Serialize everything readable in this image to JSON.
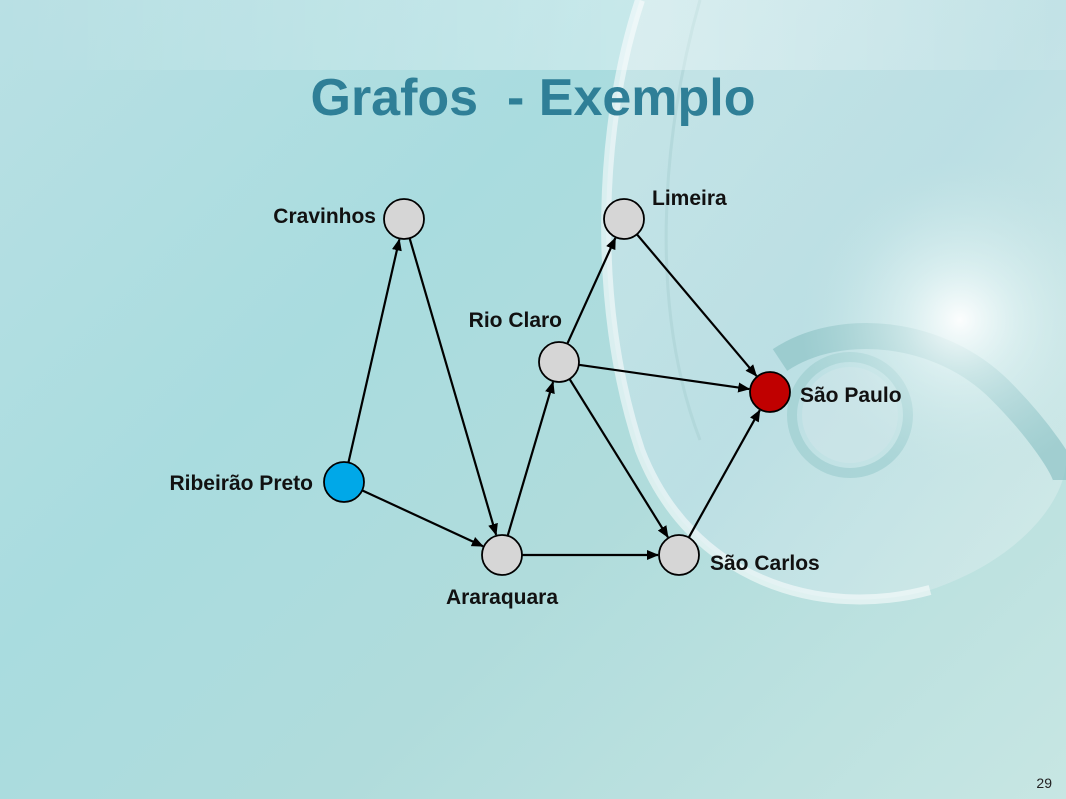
{
  "slide": {
    "title": "Grafos  - Exemplo",
    "page_number": "29"
  },
  "colors": {
    "title": "#2f7f97",
    "node_default": "#d6d6d6",
    "node_start": "#00a8e8",
    "node_end": "#c00000",
    "edge": "#000000"
  },
  "graph": {
    "nodes": [
      {
        "id": "cravinhos",
        "label": "Cravinhos",
        "status": "default"
      },
      {
        "id": "limeira",
        "label": "Limeira",
        "status": "default"
      },
      {
        "id": "rio_claro",
        "label": "Rio Claro",
        "status": "default"
      },
      {
        "id": "sao_paulo",
        "label": "São Paulo",
        "status": "end"
      },
      {
        "id": "ribeirao_preto",
        "label": "Ribeirão Preto",
        "status": "start"
      },
      {
        "id": "araraquara",
        "label": "Araraquara",
        "status": "default"
      },
      {
        "id": "sao_carlos",
        "label": "São Carlos",
        "status": "default"
      }
    ],
    "edges": [
      {
        "from": "ribeirao_preto",
        "to": "cravinhos"
      },
      {
        "from": "ribeirao_preto",
        "to": "araraquara"
      },
      {
        "from": "cravinhos",
        "to": "araraquara"
      },
      {
        "from": "araraquara",
        "to": "rio_claro"
      },
      {
        "from": "araraquara",
        "to": "sao_carlos"
      },
      {
        "from": "rio_claro",
        "to": "limeira"
      },
      {
        "from": "rio_claro",
        "to": "sao_paulo"
      },
      {
        "from": "rio_claro",
        "to": "sao_carlos"
      },
      {
        "from": "limeira",
        "to": "sao_paulo"
      },
      {
        "from": "sao_carlos",
        "to": "sao_paulo"
      }
    ]
  }
}
